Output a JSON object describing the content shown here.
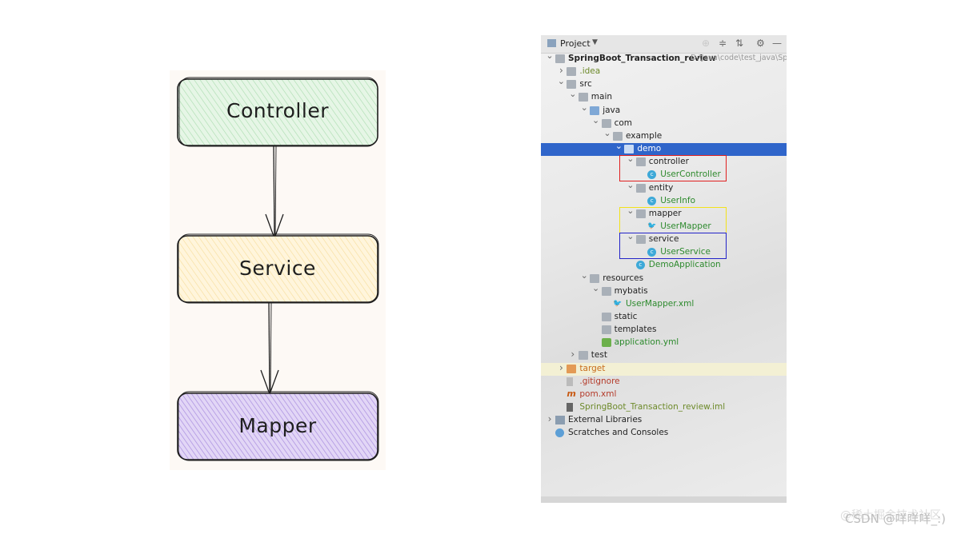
{
  "diagram": {
    "nodes": [
      {
        "label": "Controller",
        "fill": "#d3f0d5"
      },
      {
        "label": "Service",
        "fill": "#fdefc3"
      },
      {
        "label": "Mapper",
        "fill": "#d0bfef"
      }
    ]
  },
  "ide": {
    "toolbar_title": "Project",
    "project_path": "D:\\Java\\code\\test_java\\Spr",
    "tree": [
      {
        "label": "SpringBoot_Transaction_review",
        "indent": 0,
        "arrow": "down",
        "icon": "folder"
      },
      {
        "label": ".idea",
        "indent": 1,
        "arrow": "right",
        "icon": "folder",
        "color": "olive"
      },
      {
        "label": "src",
        "indent": 1,
        "arrow": "down",
        "icon": "folder"
      },
      {
        "label": "main",
        "indent": 2,
        "arrow": "down",
        "icon": "folder"
      },
      {
        "label": "java",
        "indent": 3,
        "arrow": "down",
        "icon": "folder-blue"
      },
      {
        "label": "com",
        "indent": 4,
        "arrow": "down",
        "icon": "folder"
      },
      {
        "label": "example",
        "indent": 5,
        "arrow": "down",
        "icon": "folder"
      },
      {
        "label": "demo",
        "indent": 6,
        "arrow": "down",
        "icon": "folder",
        "selected": true
      },
      {
        "label": "controller",
        "indent": 7,
        "arrow": "down",
        "icon": "folder"
      },
      {
        "label": "UserController",
        "indent": 8,
        "icon": "class",
        "color": "green"
      },
      {
        "label": "entity",
        "indent": 7,
        "arrow": "down",
        "icon": "folder"
      },
      {
        "label": "UserInfo",
        "indent": 8,
        "icon": "class",
        "color": "green"
      },
      {
        "label": "mapper",
        "indent": 7,
        "arrow": "down",
        "icon": "folder"
      },
      {
        "label": "UserMapper",
        "indent": 8,
        "icon": "mybatis",
        "color": "green"
      },
      {
        "label": "service",
        "indent": 7,
        "arrow": "down",
        "icon": "folder"
      },
      {
        "label": "UserService",
        "indent": 8,
        "icon": "class",
        "color": "green"
      },
      {
        "label": "DemoApplication",
        "indent": 7,
        "icon": "class",
        "color": "green"
      },
      {
        "label": "resources",
        "indent": 3,
        "arrow": "down",
        "icon": "folder"
      },
      {
        "label": "mybatis",
        "indent": 4,
        "arrow": "down",
        "icon": "folder"
      },
      {
        "label": "UserMapper.xml",
        "indent": 5,
        "icon": "mybatis",
        "color": "green"
      },
      {
        "label": "static",
        "indent": 4,
        "icon": "folder"
      },
      {
        "label": "templates",
        "indent": 4,
        "icon": "folder"
      },
      {
        "label": "application.yml",
        "indent": 4,
        "icon": "yml",
        "color": "green"
      },
      {
        "label": "test",
        "indent": 2,
        "arrow": "right",
        "icon": "folder"
      },
      {
        "label": "target",
        "indent": 1,
        "arrow": "right",
        "icon": "folder-orange",
        "color": "target",
        "highlight": true
      },
      {
        "label": ".gitignore",
        "indent": 1,
        "icon": "git",
        "color": "red"
      },
      {
        "label": "pom.xml",
        "indent": 1,
        "icon": "xml",
        "color": "red"
      },
      {
        "label": "SpringBoot_Transaction_review.iml",
        "indent": 1,
        "icon": "iml",
        "color": "olive"
      },
      {
        "label": "External Libraries",
        "indent": 0,
        "arrow": "right",
        "icon": "lib"
      },
      {
        "label": "Scratches and Consoles",
        "indent": 0,
        "icon": "scratch"
      }
    ],
    "boxes": [
      {
        "from": 8,
        "to": 9,
        "color": "#e02020"
      },
      {
        "from": 12,
        "to": 13,
        "color": "#f2e21a"
      },
      {
        "from": 14,
        "to": 15,
        "color": "#2323c8"
      }
    ]
  },
  "watermark": {
    "line1": "@稀土掘金技术社区",
    "line2": "CSDN @咩咩咩_:)"
  }
}
